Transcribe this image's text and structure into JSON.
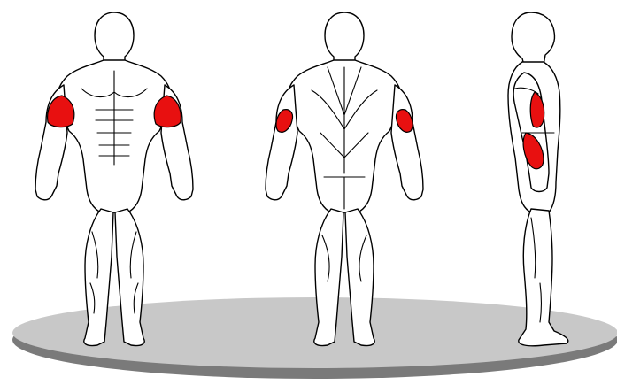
{
  "figure": {
    "views": [
      {
        "id": "front",
        "highlighted_muscle": "biceps"
      },
      {
        "id": "back",
        "highlighted_muscle": "brachialis"
      },
      {
        "id": "side",
        "highlighted_muscle": "biceps-and-forearm-flexors"
      }
    ]
  },
  "colors": {
    "highlight": "#e81010",
    "outline": "#000000",
    "body_fill": "#ffffff",
    "platform_top": "#c8c8c8",
    "platform_edge": "#7a7a7a",
    "background": "#ffffff"
  }
}
